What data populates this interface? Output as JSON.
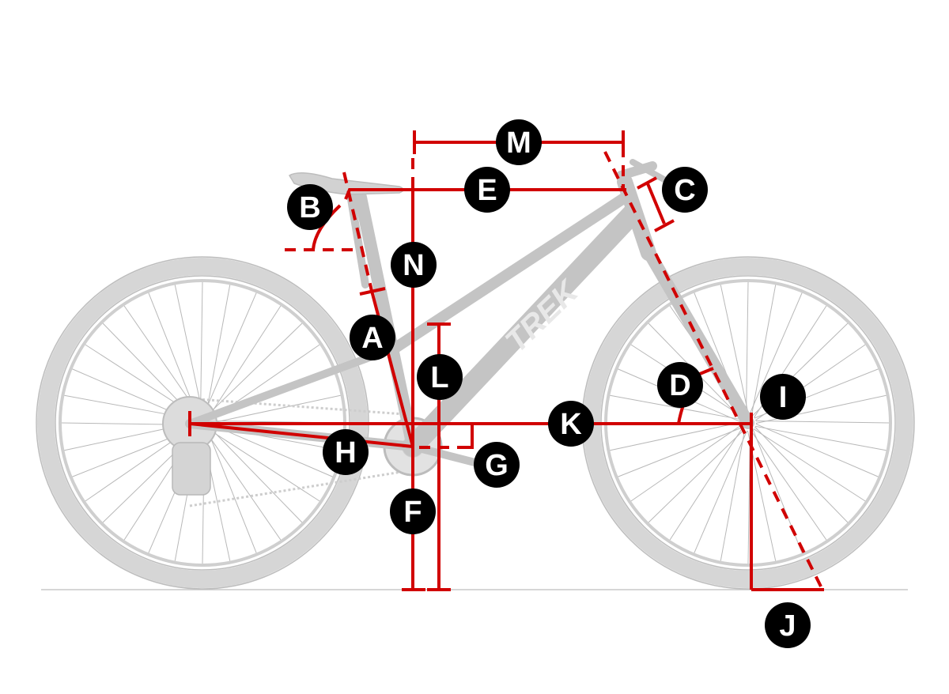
{
  "diagram": {
    "title": "Bike geometry diagram",
    "brand_logo": "TREK",
    "colors": {
      "measurement_lines": "#d10000",
      "badge_fill": "#000000",
      "badge_text": "#ffffff",
      "bike": "#c4c4c4",
      "ground": "#c8c8c8"
    },
    "labels": {
      "A": "A",
      "B": "B",
      "C": "C",
      "D": "D",
      "E": "E",
      "F": "F",
      "G": "G",
      "H": "H",
      "I": "I",
      "J": "J",
      "K": "K",
      "L": "L",
      "M": "M",
      "N": "N"
    }
  }
}
